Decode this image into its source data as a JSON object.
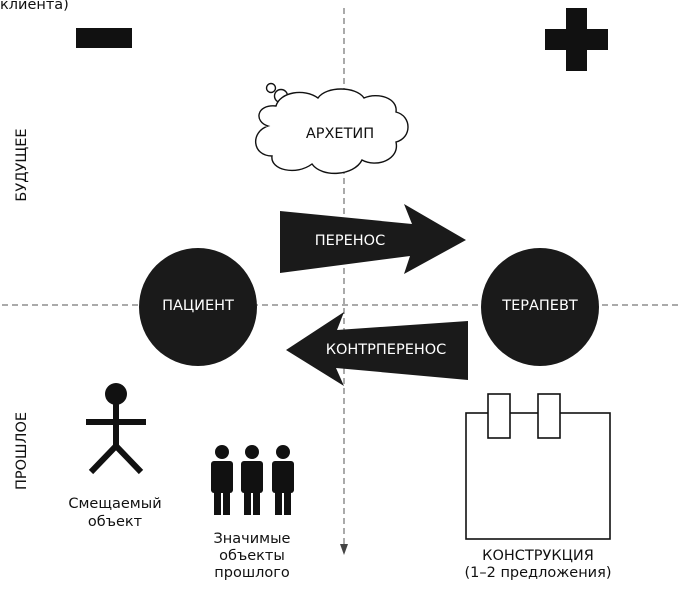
{
  "top_text": "клиента)",
  "minus_label": "−",
  "plus_label": "+",
  "axis_labels": {
    "future": "БУДУЩЕЕ",
    "past": "ПРОШЛОЕ"
  },
  "cloud_label": "АРХЕТИП",
  "arrows": {
    "transfer": "ПЕРЕНОС",
    "countertransfer": "КОНТРПЕРЕНОС"
  },
  "circles": {
    "patient": "ПАЦИЕНТ",
    "therapist": "ТЕРАПЕВТ"
  },
  "displaced_object": {
    "line1": "Смещаемый",
    "line2": "объект"
  },
  "significant_objects": {
    "line1": "Значимые",
    "line2": "объекты",
    "line3": "прошлого"
  },
  "construction": {
    "line1": "КОНСТРУКЦИЯ",
    "line2": "(1–2 предложения)"
  }
}
